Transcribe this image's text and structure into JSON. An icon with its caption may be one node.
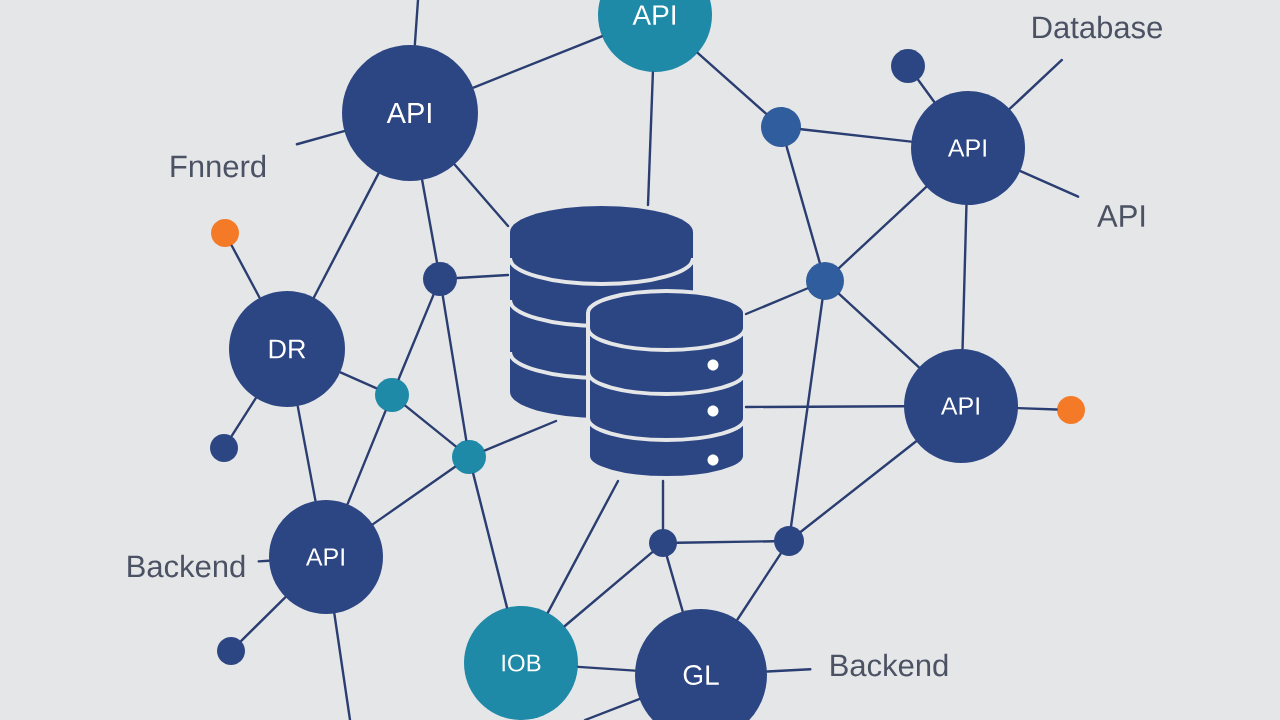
{
  "diagram": {
    "nodes": [
      {
        "text": [
          "API"
        ]
      },
      {
        "text": [
          "Database"
        ]
      },
      {
        "text": [],
        "shape": "circle"
      },
      {
        "text": [
          "API"
        ]
      },
      {
        "text": [],
        "shape": "circle"
      },
      {
        "text": [
          "API"
        ]
      },
      {
        "text": [
          "Fnnerd"
        ]
      },
      {
        "text": [
          "API"
        ]
      },
      {
        "text": [],
        "shape": "circle"
      },
      {
        "text": [],
        "shape": "cylinder"
      },
      {
        "text": [],
        "shape": "circle"
      },
      {
        "text": [],
        "shape": "circle"
      },
      {
        "text": [
          "DR"
        ]
      },
      {
        "text": [],
        "shape": "circle"
      },
      {
        "text": [
          "API"
        ]
      },
      {
        "text": [],
        "shape": "circle"
      },
      {
        "text": [],
        "shape": "circle"
      },
      {
        "text": [],
        "shape": "circle"
      },
      {
        "text": [],
        "shape": "circle"
      },
      {
        "text": [],
        "shape": "circle"
      },
      {
        "text": [
          "API"
        ]
      },
      {
        "text": [
          "Backend"
        ]
      },
      {
        "text": [],
        "shape": "circle"
      },
      {
        "text": [
          "IOB"
        ]
      },
      {
        "text": [
          "Backend"
        ]
      },
      {
        "text": [
          "GL"
        ]
      }
    ],
    "edges": [
      {
        "from": null,
        "to": 3,
        "arrow": "none"
      },
      {
        "from": 3,
        "to": 0,
        "arrow": "none"
      },
      {
        "from": 3,
        "to": 6,
        "arrow": "none"
      },
      {
        "from": 3,
        "to": 12,
        "arrow": "none"
      },
      {
        "from": 3,
        "to": 10,
        "arrow": "none"
      },
      {
        "from": 3,
        "to": 9,
        "arrow": "none"
      },
      {
        "from": 0,
        "to": 9,
        "arrow": "none"
      },
      {
        "from": 0,
        "to": 4,
        "arrow": "none"
      },
      {
        "from": 4,
        "to": 5,
        "arrow": "none"
      },
      {
        "from": 5,
        "to": 2,
        "arrow": "none"
      },
      {
        "from": 5,
        "to": 1,
        "arrow": "none"
      },
      {
        "from": 5,
        "to": 7,
        "arrow": "none"
      },
      {
        "from": 4,
        "to": 11,
        "arrow": "none"
      },
      {
        "from": 11,
        "to": 5,
        "arrow": "none"
      },
      {
        "from": 11,
        "to": 9,
        "arrow": "none"
      },
      {
        "from": 11,
        "to": 14,
        "arrow": "none"
      },
      {
        "from": 5,
        "to": 14,
        "arrow": "none"
      },
      {
        "from": 8,
        "to": 12,
        "arrow": "none"
      },
      {
        "from": 10,
        "to": 9,
        "arrow": "none"
      },
      {
        "from": 10,
        "to": 13,
        "arrow": "none"
      },
      {
        "from": 10,
        "to": 17,
        "arrow": "none"
      },
      {
        "from": 12,
        "to": 13,
        "arrow": "none"
      },
      {
        "from": 12,
        "to": 16,
        "arrow": "none"
      },
      {
        "from": 12,
        "to": 20,
        "arrow": "none"
      },
      {
        "from": 13,
        "to": 17,
        "arrow": "none"
      },
      {
        "from": 13,
        "to": 20,
        "arrow": "none"
      },
      {
        "from": 17,
        "to": 9,
        "arrow": "none"
      },
      {
        "from": 17,
        "to": 20,
        "arrow": "none"
      },
      {
        "from": 17,
        "to": 23,
        "arrow": "none"
      },
      {
        "from": 9,
        "to": 14,
        "arrow": "none"
      },
      {
        "from": 14,
        "to": 15,
        "arrow": "none"
      },
      {
        "from": 9,
        "to": 23,
        "arrow": "none"
      },
      {
        "from": 9,
        "to": 18,
        "arrow": "none"
      },
      {
        "from": 18,
        "to": 19,
        "arrow": "none"
      },
      {
        "from": 18,
        "to": 23,
        "arrow": "none"
      },
      {
        "from": 18,
        "to": 25,
        "arrow": "none"
      },
      {
        "from": 19,
        "to": 11,
        "arrow": "none"
      },
      {
        "from": 19,
        "to": 14,
        "arrow": "none"
      },
      {
        "from": 19,
        "to": 25,
        "arrow": "none"
      },
      {
        "from": 20,
        "to": 21,
        "arrow": "none"
      },
      {
        "from": 20,
        "to": 22,
        "arrow": "none"
      },
      {
        "from": 20,
        "to": null,
        "arrow": "none"
      },
      {
        "from": 23,
        "to": 25,
        "arrow": "none"
      },
      {
        "from": 25,
        "to": 24,
        "arrow": "none"
      },
      {
        "from": 25,
        "to": null,
        "arrow": "none"
      }
    ]
  }
}
